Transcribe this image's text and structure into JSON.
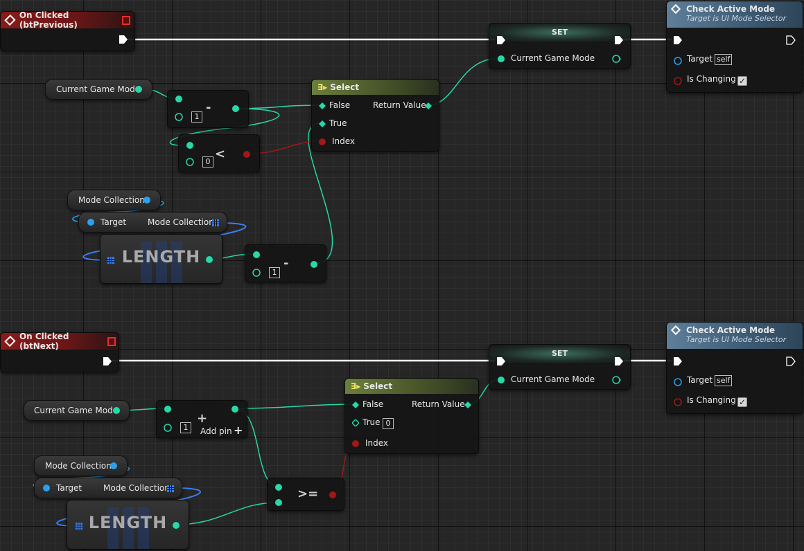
{
  "graph_top": {
    "event": {
      "title": "On Clicked (btPrevious)"
    },
    "set": {
      "title": "SET",
      "pin_label": "Current Game Mode"
    },
    "check": {
      "title": "Check Active Mode",
      "subtitle": "Target is UI Mode Selector",
      "target_label": "Target",
      "target_value": "self",
      "changing_label": "Is Changing",
      "changing_checked": true
    },
    "getter_mode": {
      "label": "Current Game Mode"
    },
    "subtract1": {
      "value": "1",
      "op": "-"
    },
    "less": {
      "value": "0",
      "op": "<"
    },
    "select": {
      "title": "Select",
      "false_label": "False",
      "true_label": "True",
      "index_label": "Index",
      "return_label": "Return Value"
    },
    "collection_getter": {
      "label": "Mode Collection"
    },
    "collection_pin": {
      "target": "Target",
      "label": "Mode Collection"
    },
    "length": {
      "label": "LENGTH"
    },
    "subtract2": {
      "value": "1",
      "op": "-"
    }
  },
  "graph_bottom": {
    "event": {
      "title": "On Clicked (btNext)"
    },
    "set": {
      "title": "SET",
      "pin_label": "Current Game Mode"
    },
    "check": {
      "title": "Check Active Mode",
      "subtitle": "Target is UI Mode Selector",
      "target_label": "Target",
      "target_value": "self",
      "changing_label": "Is Changing",
      "changing_checked": true
    },
    "getter_mode": {
      "label": "Current Game Mode"
    },
    "add": {
      "value": "1",
      "op": "+",
      "add_pin": "Add pin"
    },
    "select": {
      "title": "Select",
      "false_label": "False",
      "true_label": "True",
      "true_value": "0",
      "index_label": "Index",
      "return_label": "Return Value"
    },
    "greater_equal": {
      "op": ">="
    },
    "collection_getter": {
      "label": "Mode Collection"
    },
    "collection_pin": {
      "target": "Target",
      "label": "Mode Collection"
    },
    "length": {
      "label": "LENGTH"
    }
  },
  "colors": {
    "exec": "#ffffff",
    "int": "#27d8a8",
    "bool": "#a01818",
    "object": "#2aa0f0",
    "array": "#3a7ef0"
  }
}
